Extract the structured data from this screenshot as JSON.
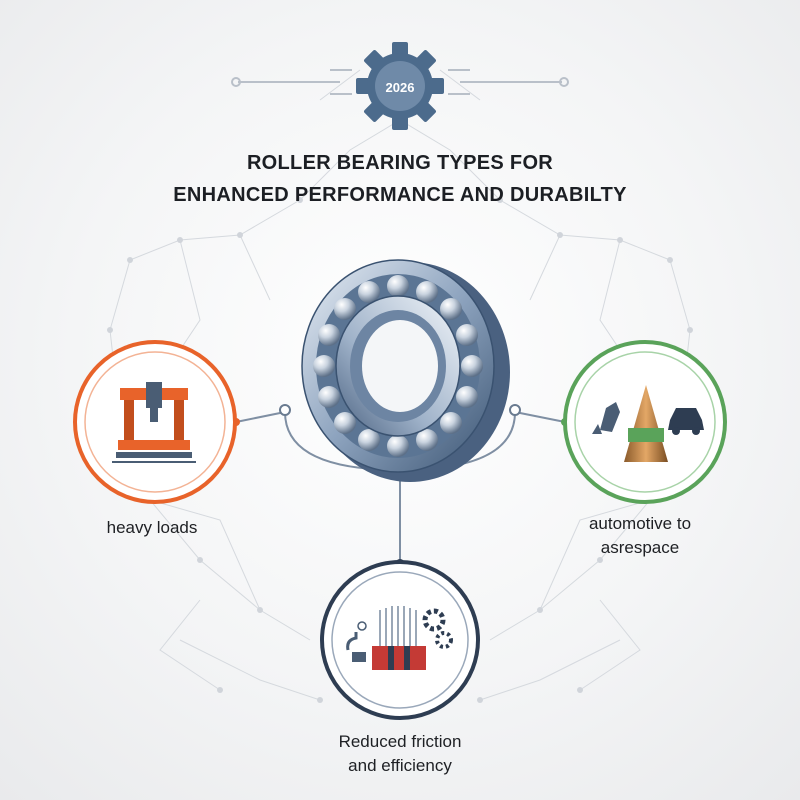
{
  "header": {
    "year": "2026",
    "title_line1": "ROLLER BEARING TYPES FOR",
    "title_line2": "ENHANCED PERFORMANCE AND DURABILTY"
  },
  "nodes": {
    "left": {
      "label": "heavy loads",
      "color": "#e8632a",
      "icon": "hydraulic-press-icon"
    },
    "right": {
      "label_line1": "automotive to",
      "label_line2": "asrespace",
      "color": "#5aa35a",
      "icon": "rocket-car-cone-icon"
    },
    "bottom": {
      "label_line1": "Reduced friction",
      "label_line2": "and efficiency",
      "color": "#2e3d52",
      "icon": "gears-friction-icon"
    }
  },
  "colors": {
    "gear": "#4c6b8c",
    "connector": "#7f8fa3",
    "bearing": "#7a93b3"
  }
}
